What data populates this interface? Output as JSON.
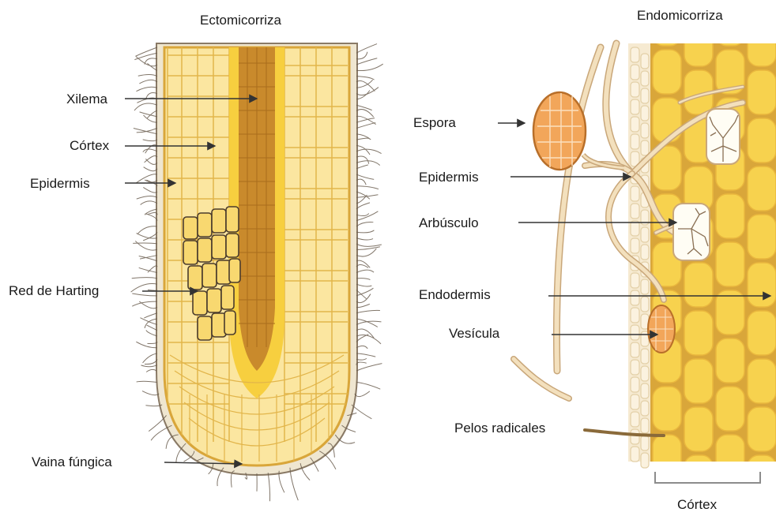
{
  "ectomicorriza": {
    "title": "Ectomicorriza",
    "labels": {
      "xilema": "Xilema",
      "cortex": "Córtex",
      "epidermis": "Epidermis",
      "red_harting": "Red de Harting",
      "vaina": "Vaina fúngica"
    }
  },
  "endomicorriza": {
    "title": "Endomicorriza",
    "labels": {
      "espora": "Espora",
      "epidermis": "Epidermis",
      "arbusculo": "Arbúsculo",
      "endodermis": "Endodermis",
      "vesicula": "Vesícula",
      "pelos": "Pelos radicales",
      "cortex": "Córtex"
    }
  },
  "colors": {
    "cell_fill": "#f7d24e",
    "cell_light": "#fbe7a0",
    "cell_wall": "#d9a63a",
    "xylem": "#c98a2c",
    "xylem_light": "#f3c24a",
    "hypha": "#f3e0bd",
    "hypha_stroke": "#c9a77a",
    "spore": "#f2a65a",
    "fungal": "#7a6a55"
  }
}
